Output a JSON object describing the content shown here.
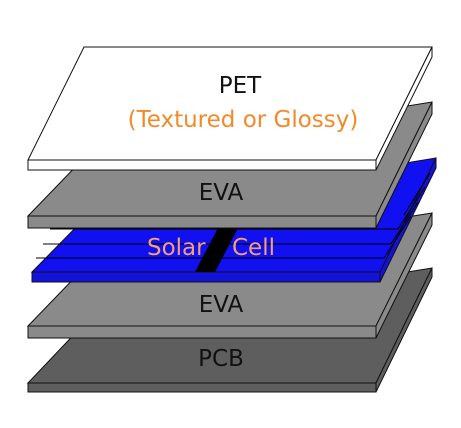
{
  "layers": {
    "pet": {
      "label": "PET",
      "sublabel": "(Textured or Glossy)",
      "face_color": "#ffffff",
      "side_color": "#ffffff",
      "sublabel_color": "#f08a2a"
    },
    "eva1": {
      "label": "EVA",
      "face_color": "#8a8a8a",
      "side_color": "#8a8a8a"
    },
    "solar": {
      "label_left": "Solar",
      "label_right": "Cell",
      "face_color": "#1010f0",
      "side_color": "#1212d8",
      "label_color": "#f4a070",
      "strip_color": "#000000"
    },
    "eva2": {
      "label": "EVA",
      "face_color": "#8a8a8a",
      "side_color": "#8a8a8a"
    },
    "pcb": {
      "label": "PCB",
      "face_color": "#5e5e5e",
      "side_color": "#5e5e5e"
    }
  },
  "outline_color": "#111111"
}
